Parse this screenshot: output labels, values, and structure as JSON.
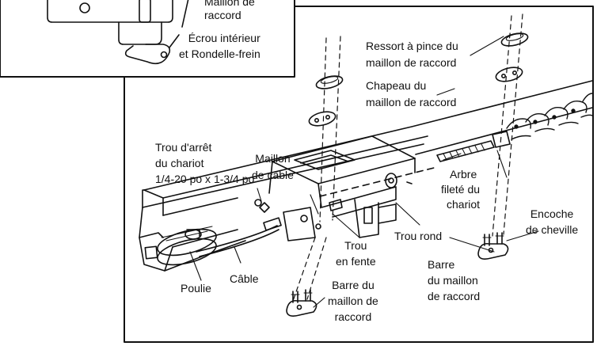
{
  "inset": {
    "lbl_maillon_line1": "Maillon de",
    "lbl_maillon_line2": "raccord",
    "lbl_ecrou_line1": "Écrou intérieur",
    "lbl_ecrou_line2": "et Rondelle-frein"
  },
  "labels": {
    "ressort_line1": "Ressort à pince du",
    "ressort_line2": "maillon de raccord",
    "chapeau_line1": "Chapeau du",
    "chapeau_line2": "maillon de raccord",
    "maillon_cable_line1": "Maillon",
    "maillon_cable_line2": "de câble",
    "trou_arret_line1": "Trou d'arrêt",
    "trou_arret_line2": "du chariot",
    "trou_arret_line3": "1/4-20 po x 1-3/4 po",
    "arbre_line1": "Arbre",
    "arbre_line2": "fileté du",
    "arbre_line3": "chariot",
    "encoche_line1": "Encoche",
    "encoche_line2": "de cheville",
    "trou_rond": "Trou rond",
    "trou_fente_line1": "Trou",
    "trou_fente_line2": "en fente",
    "barre_right_line1": "Barre",
    "barre_right_line2": "du maillon",
    "barre_right_line3": "de raccord",
    "poulie": "Poulie",
    "cable": "Câble",
    "barre_left_line1": "Barre du",
    "barre_left_line2": "maillon de",
    "barre_left_line3": "raccord"
  }
}
